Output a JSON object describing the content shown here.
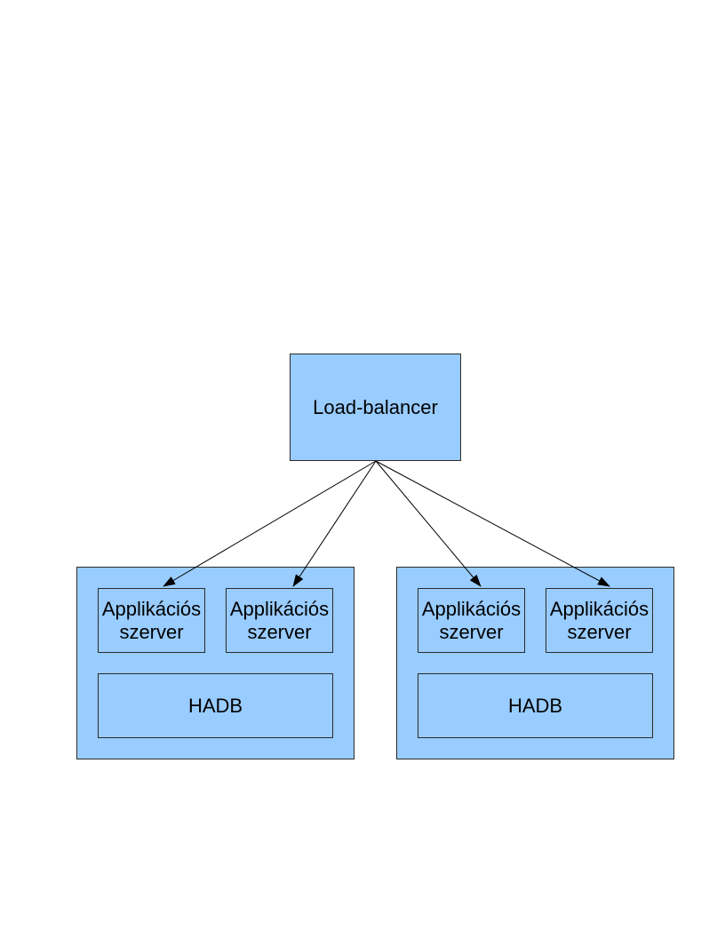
{
  "diagram": {
    "load_balancer": {
      "label": "Load-balancer"
    },
    "clusters": [
      {
        "app_servers": [
          {
            "label": "Applikációs\nszerver"
          },
          {
            "label": "Applikációs\nszerver"
          }
        ],
        "database": {
          "label": "HADB"
        }
      },
      {
        "app_servers": [
          {
            "label": "Applikációs\nszerver"
          },
          {
            "label": "Applikációs\nszerver"
          }
        ],
        "database": {
          "label": "HADB"
        }
      }
    ],
    "edges": [
      {
        "from": "load_balancer",
        "to": "clusters.0.app_servers.0"
      },
      {
        "from": "load_balancer",
        "to": "clusters.0.app_servers.1"
      },
      {
        "from": "load_balancer",
        "to": "clusters.1.app_servers.0"
      },
      {
        "from": "load_balancer",
        "to": "clusters.1.app_servers.1"
      }
    ],
    "colors": {
      "box_fill": "#99ccff",
      "box_border": "#2b2b2b",
      "arrow": "#000000"
    }
  }
}
